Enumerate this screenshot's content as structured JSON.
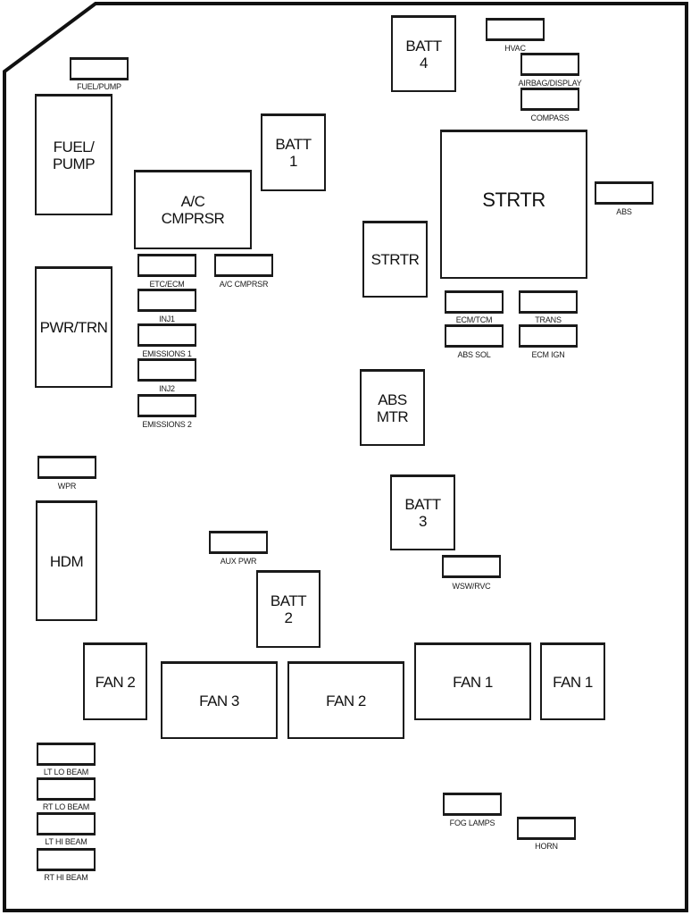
{
  "diagram": {
    "title": "Underhood Fuse Block",
    "relays": [
      {
        "id": "fuel-pump-relay",
        "label": "FUEL/\nPUMP"
      },
      {
        "id": "pwr-trn-relay",
        "label": "PWR/TRN"
      },
      {
        "id": "hdm-relay",
        "label": "HDM"
      },
      {
        "id": "ac-cmprsr-relay",
        "label": "A/C\nCMPRSR"
      },
      {
        "id": "batt1",
        "label": "BATT\n1"
      },
      {
        "id": "batt4",
        "label": "BATT\n4"
      },
      {
        "id": "strtr-small",
        "label": "STRTR"
      },
      {
        "id": "strtr-large",
        "label": "STRTR"
      },
      {
        "id": "abs-mtr",
        "label": "ABS\nMTR"
      },
      {
        "id": "batt3",
        "label": "BATT\n3"
      },
      {
        "id": "batt2",
        "label": "BATT\n2"
      },
      {
        "id": "fan2-small",
        "label": "FAN 2"
      },
      {
        "id": "fan3",
        "label": "FAN 3"
      },
      {
        "id": "fan2-large",
        "label": "FAN 2"
      },
      {
        "id": "fan1-large",
        "label": "FAN 1"
      },
      {
        "id": "fan1-small",
        "label": "FAN 1"
      }
    ],
    "fuses": [
      {
        "id": "fuel-pump",
        "label": "FUEL/PUMP"
      },
      {
        "id": "hvac",
        "label": "HVAC"
      },
      {
        "id": "airbag-display",
        "label": "AIRBAG/DISPLAY"
      },
      {
        "id": "compass",
        "label": "COMPASS"
      },
      {
        "id": "abs",
        "label": "ABS"
      },
      {
        "id": "etc-ecm",
        "label": "ETC/ECM"
      },
      {
        "id": "ac-cmprsr",
        "label": "A/C CMPRSR"
      },
      {
        "id": "inj1",
        "label": "INJ1"
      },
      {
        "id": "emissions1",
        "label": "EMISSIONS 1"
      },
      {
        "id": "inj2",
        "label": "INJ2"
      },
      {
        "id": "emissions2",
        "label": "EMISSIONS 2"
      },
      {
        "id": "ecm-tcm",
        "label": "ECM/TCM"
      },
      {
        "id": "trans",
        "label": "TRANS"
      },
      {
        "id": "abs-sol",
        "label": "ABS SOL"
      },
      {
        "id": "ecm-ign",
        "label": "ECM IGN"
      },
      {
        "id": "wpr",
        "label": "WPR"
      },
      {
        "id": "aux-pwr",
        "label": "AUX PWR"
      },
      {
        "id": "wsw-rvc",
        "label": "WSW/RVC"
      },
      {
        "id": "lt-lo-beam",
        "label": "LT LO BEAM"
      },
      {
        "id": "rt-lo-beam",
        "label": "RT LO BEAM"
      },
      {
        "id": "lt-hi-beam",
        "label": "LT HI BEAM"
      },
      {
        "id": "rt-hi-beam",
        "label": "RT HI BEAM"
      },
      {
        "id": "fog-lamps",
        "label": "FOG LAMPS"
      },
      {
        "id": "horn",
        "label": "HORN"
      }
    ]
  }
}
